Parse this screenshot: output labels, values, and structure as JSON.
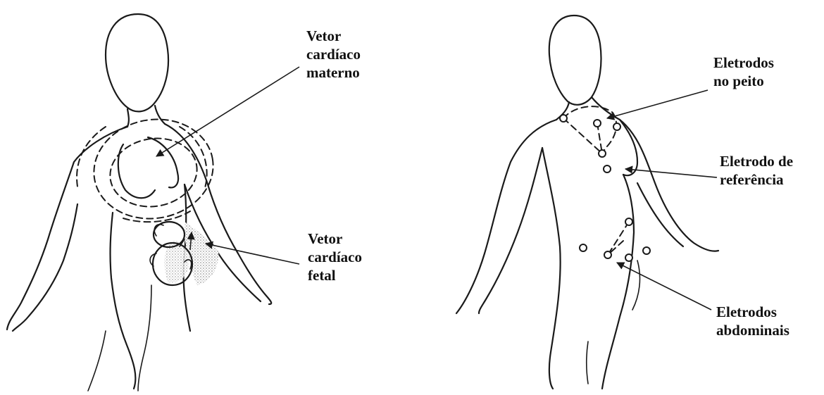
{
  "labels": {
    "maternal_vector": [
      "Vetor",
      "cardíaco",
      "materno"
    ],
    "fetal_vector": [
      "Vetor",
      "cardíaco",
      "fetal"
    ],
    "chest_electrodes": [
      "Eletrodos",
      "no peito"
    ],
    "reference_electrode": [
      "Eletrodo de",
      "referência"
    ],
    "abdominal_electrodes": [
      "Eletrodos",
      "abdominais"
    ]
  },
  "colors": {
    "ink": "#1a1a1a",
    "shading": "#b8b8b8",
    "background": "#ffffff"
  }
}
